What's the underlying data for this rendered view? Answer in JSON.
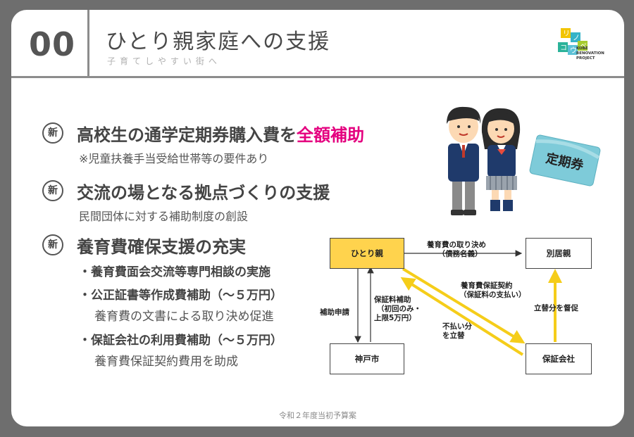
{
  "header": {
    "number": "00",
    "title": "ひとり親家庭への支援",
    "subtitle": "子育てしやすい街へ"
  },
  "logo": {
    "chars": [
      "リ",
      "ノ",
      "コ",
      "ウ",
      "ベ"
    ],
    "line1": "KOBE",
    "line2": "RENOVATION",
    "line3": "PROJECT"
  },
  "badge": "新",
  "items": [
    {
      "main_before": "高校生の通学定期券購入費を",
      "main_accent": "全額補助",
      "note": "※児童扶養手当受給世帯等の要件あり"
    },
    {
      "main": "交流の場となる拠点づくりの支援",
      "note": "民間団体に対する補助制度の創設"
    },
    {
      "main": "養育費確保支援の充実",
      "subs": [
        {
          "label": "・養育費面会交流等専門相談の実施"
        },
        {
          "label": "・公正証書等作成費補助（～５万円）",
          "note": "養育費の文書による取り決め促進"
        },
        {
          "label": "・保証会社の利用費補助（～５万円）",
          "note": "養育費保証契約費用を助成"
        }
      ]
    }
  ],
  "illustration": {
    "ticket_label": "定期券"
  },
  "diagram": {
    "nodes": {
      "single_parent": "ひとり親",
      "separated_parent": "別居親",
      "kobe_city": "神戸市",
      "guarantor": "保証会社"
    },
    "labels": {
      "agreement_line1": "養育費の取り決め",
      "agreement_line2": "（債務名義）",
      "subsidy_application": "補助申請",
      "fee_subsidy_line1": "保証料補助",
      "fee_subsidy_line2": "（初回のみ・",
      "fee_subsidy_line3": "上限5万円）",
      "contract_line1": "養育費保証契約",
      "contract_line2": "（保証料の支払い）",
      "unpaid_line1": "不払い分",
      "unpaid_line2": "を立替",
      "demand": "立替分を督促"
    },
    "colors": {
      "arrow_yellow": "#f5cd1a",
      "box_yellow": "#ffd34d",
      "accent_pink": "#e4007f"
    }
  },
  "footer": "令和２年度当初予算案"
}
